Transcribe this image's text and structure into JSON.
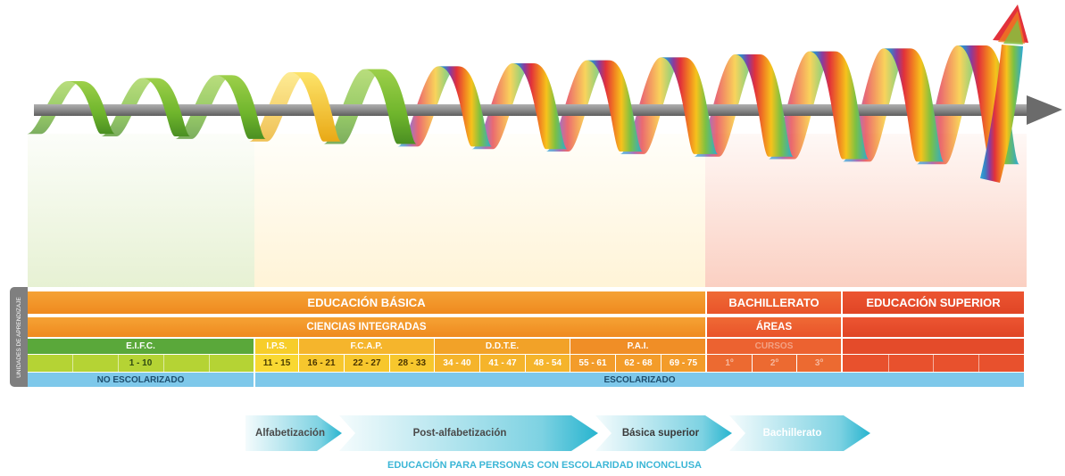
{
  "table": {
    "side_label": "UNIDADES DE APRENDIZAJE",
    "row1": {
      "educacion_basica": "EDUCACIÓN BÁSICA",
      "bachillerato": "BACHILLERATO",
      "educacion_superior": "EDUCACIÓN SUPERIOR"
    },
    "row2": {
      "ciencias": "CIENCIAS INTEGRADAS",
      "areas": "ÁREAS"
    },
    "row3": {
      "eifc": "E.I.F.C.",
      "ips": "I.P.S.",
      "fcap": "F.C.A.P.",
      "ddte": "D.D.T.E.",
      "pai": "P.A.I.",
      "cursos": "CURSOS"
    },
    "row4": [
      "1 - 10",
      "11 - 15",
      "16 - 21",
      "22 - 27",
      "28 - 33",
      "34 - 40",
      "41 - 47",
      "48 - 54",
      "55 - 61",
      "62 - 68",
      "69 - 75",
      "1º",
      "2º",
      "3º"
    ],
    "row5": {
      "no_escolarizado": "NO ESCOLARIZADO",
      "escolarizado": "ESCOLARIZADO"
    }
  },
  "stages": [
    "Alfabetización",
    "Post-alfabetización",
    "Básica superior",
    "Bachillerato"
  ],
  "footer": "EDUCACIÓN PARA PERSONAS CON ESCOLARIDAD INCONCLUSA",
  "colors": {
    "green": "#6fb52c",
    "yellow": "#f3c321",
    "orange": "#ef8a1f",
    "red": "#e04525",
    "light_green": "#b5d334",
    "blue": "#7ec8ea",
    "teal": "#27b4cf",
    "gray": "#7f7f7f"
  }
}
